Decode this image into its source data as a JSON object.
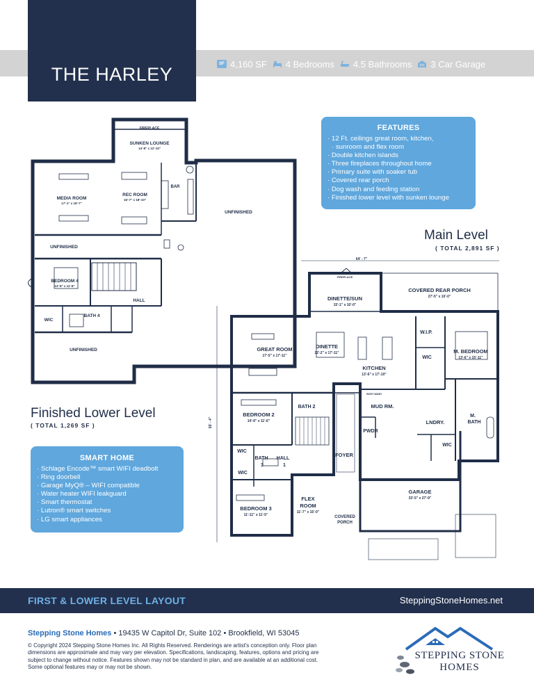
{
  "header": {
    "title": "THE HARLEY",
    "stats": {
      "sf_badge": "SF",
      "square_feet": "4,160 SF",
      "bedrooms": "4 Bedrooms",
      "bathrooms": "4.5 Bathrooms",
      "garage": "3 Car Garage"
    }
  },
  "features": {
    "heading": "FEATURES",
    "items": [
      "12 Ft. ceilings great room, kitchen,",
      "sunroom and flex room",
      "Double kitchen islands",
      "Three fireplaces throughout home",
      "Primary suite with soaker tub",
      "Covered rear porch",
      "Dog wash and feeding station",
      "Finished lower level with sunken lounge"
    ]
  },
  "smart_home": {
    "heading": "SMART HOME",
    "items": [
      "Schlage Encode™ smart WIFI deadbolt",
      "Ring doorbell",
      "Garage MyQ® – WIFI compatible",
      "Water heater WIFI leakguard",
      "Smart thermostat",
      "Lutron® smart switches",
      "LG smart appliances"
    ]
  },
  "main_level": {
    "title": "Main Level",
    "total": "( TOTAL 2,891 SF )",
    "width_dim": "64' - 7\"",
    "depth_dim": "55' - 4\"",
    "rooms": {
      "dinette_sun": "DINETTE/SUN",
      "dinette_sun_dim": "15'-1\" x 10'-0\"",
      "fireplace": "FIREPLACE",
      "covered_rear_porch": "COVERED REAR PORCH",
      "covered_rear_porch_dim": "27'-5\" x 10'-0\"",
      "great_room": "GREAT ROOM",
      "great_room_dim": "17'-5\" x 17'-11\"",
      "dinette": "DINETTE",
      "dinette_dim": "12'-2\" x 17'-11\"",
      "kitchen": "KITCHEN",
      "kitchen_dim": "13'-6\" x 17'-10\"",
      "wip": "W.I.P.",
      "m_bedroom": "M. BEDROOM",
      "m_bedroom_dim": "13'-6\" x 15'-11\"",
      "wic_master": "WIC",
      "bedroom2": "BEDROOM 2",
      "bedroom2_dim": "14'-6\" x 11'-6\"",
      "bath2": "BATH 2",
      "mud_rm": "MUD RM.",
      "pwdr": "PWDR",
      "lndry": "LNDRY.",
      "m_bath_1": "M.",
      "m_bath_2": "BATH",
      "wic_m_bath": "WIC",
      "wic_b2": "WIC",
      "bath3_1": "BATH",
      "bath3_2": "3",
      "hall_1": "HALL",
      "hall_2": "1",
      "foyer": "FOYER",
      "wic_b3": "WIC",
      "bedroom3": "BEDROOM 3",
      "bedroom3_dim": "11'-11\" x 11'-5\"",
      "flex_1": "FLEX",
      "flex_2": "ROOM",
      "flex_dim": "11'-7\" x 15'-0\"",
      "covered_porch_1": "COVERED",
      "covered_porch_2": "PORCH",
      "garage": "GARAGE",
      "garage_dim": "33'-5\" x 27'-9\"",
      "body_wash": "BODY WASH"
    }
  },
  "lower_level": {
    "title": "Finished Lower Level",
    "total": "( TOTAL  1,269 SF )",
    "rooms": {
      "fireplace": "FIREPLACE",
      "sunken_lounge": "SUNKEN LOUNGE",
      "sunken_lounge_dim": "14'-8\" x 12'-10\"",
      "media_room": "MEDIA ROOM",
      "media_room_dim": "17'-1\" x 18'-7\"",
      "rec_room": "REC ROOM",
      "rec_room_dim": "16'-7\" x 18'-10\"",
      "bar": "BAR",
      "unfinished_right": "UNFINISHED",
      "unfinished_left": "UNFINISHED",
      "bedroom4": "BEDROOM 4",
      "bedroom4_dim": "13'-8\" x 11'-8\"",
      "hall": "HALL",
      "wic": "WIC",
      "bath4": "BATH 4",
      "unfinished_bottom": "UNFINISHED"
    }
  },
  "footer": {
    "layout_label": "FIRST & LOWER LEVEL LAYOUT",
    "url": "SteppingStoneHomes.net",
    "company": "Stepping Stone Homes",
    "address_sep": "•",
    "address": "19435 W Capitol Dr, Suite 102",
    "city": "Brookfield, WI 53045",
    "copyright": "© Copyright 2024 Stepping Stone Homes Inc. All Rights Reserved. Renderings are artist's conception only. Floor plan dimensions are approximate and may vary per elevation. Specifications, landscaping, features, options and pricing are subject to change without notice. Features shown may not be standard in plan, and are available at an additional cost. Some optional features may or may not be shown.",
    "logo_line1": "STEPPING STONE",
    "logo_line2": "HOMES"
  },
  "colors": {
    "navy": "#22304d",
    "accent_blue": "#5fa7dd",
    "grey_band": "#d3d3d3",
    "link_blue": "#2a6bb8"
  }
}
